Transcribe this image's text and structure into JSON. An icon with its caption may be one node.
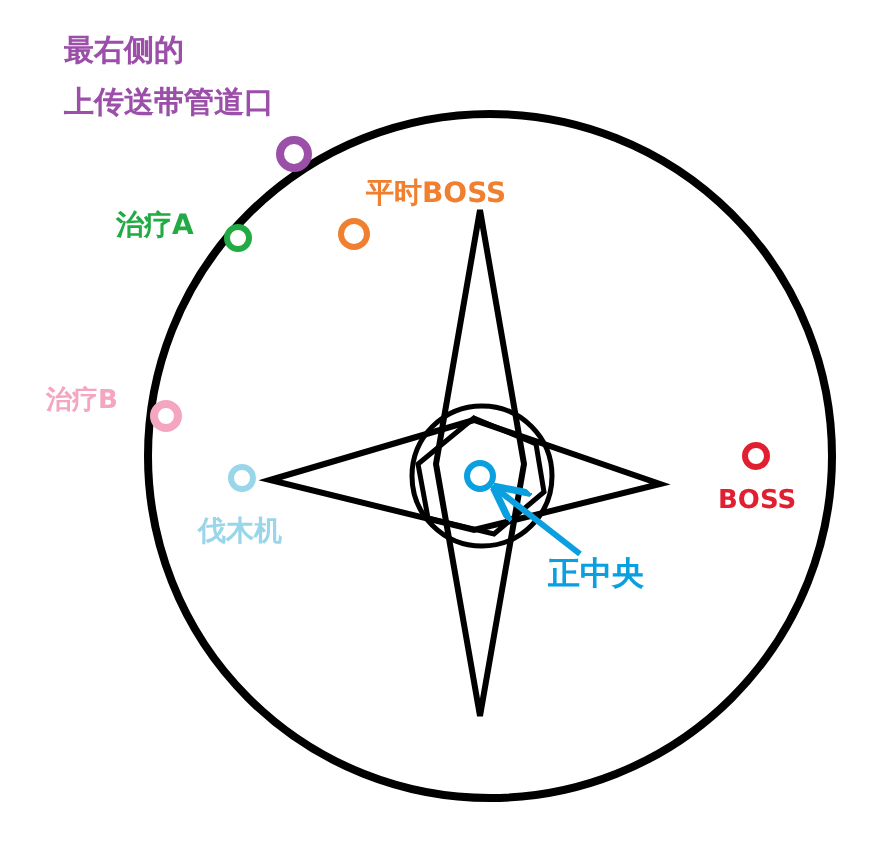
{
  "diagram": {
    "nodes": [
      {
        "text": [],
        "shape": "circle",
        "beside": [
          "最右侧的上传送带管道口"
        ]
      },
      {
        "text": [],
        "shape": "circle",
        "beside": [
          "治疗A"
        ]
      },
      {
        "text": [],
        "shape": "circle",
        "beside": [
          "平时BOSS"
        ]
      },
      {
        "text": [],
        "shape": "circle",
        "beside": [
          "治疗B"
        ]
      },
      {
        "text": [],
        "shape": "circle",
        "beside": [
          "伐木机"
        ]
      },
      {
        "text": [],
        "shape": "circle"
      },
      {
        "text": [],
        "shape": "circle",
        "beside": [
          "BOSS"
        ]
      },
      {
        "text": [
          "正中央"
        ]
      }
    ],
    "edges": [
      {
        "from": 7,
        "to": 5,
        "arrow": "to"
      }
    ]
  }
}
